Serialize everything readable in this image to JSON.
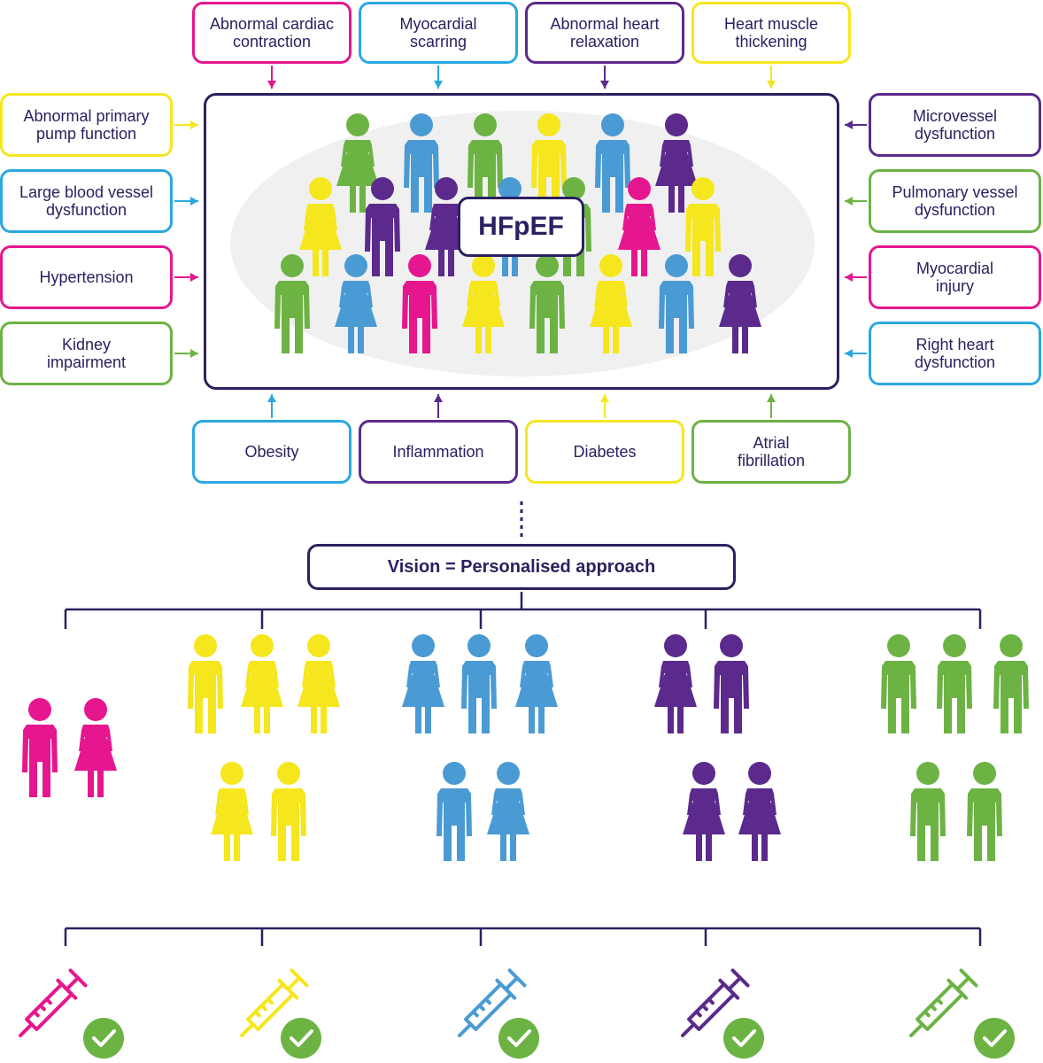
{
  "colors": {
    "magenta": "#e6168f",
    "cyan": "#2aa8e0",
    "purple": "#5b2a8c",
    "yellow": "#f5e61e",
    "green": "#6cb344",
    "blue": "#4a9bd4",
    "navy": "#2a2160"
  },
  "center_label": "HFpEF",
  "top_factors": [
    {
      "text": "Abnormal cardiac\ncontraction",
      "color": "#e6168f"
    },
    {
      "text": "Myocardial\nscarring",
      "color": "#2aa8e0"
    },
    {
      "text": "Abnormal heart\nrelaxation",
      "color": "#5b2a8c"
    },
    {
      "text": "Heart muscle\nthickening",
      "color": "#f5e61e"
    }
  ],
  "left_factors": [
    {
      "text": "Abnormal primary\npump function",
      "color": "#f5e61e"
    },
    {
      "text": "Large blood vessel\ndysfunction",
      "color": "#2aa8e0"
    },
    {
      "text": "Hypertension",
      "color": "#e6168f"
    },
    {
      "text": "Kidney\nimpairment",
      "color": "#6cb344"
    }
  ],
  "right_factors": [
    {
      "text": "Microvessel\ndysfunction",
      "color": "#5b2a8c"
    },
    {
      "text": "Pulmonary vessel\ndysfunction",
      "color": "#6cb344"
    },
    {
      "text": "Myocardial\ninjury",
      "color": "#e6168f"
    },
    {
      "text": "Right heart\ndysfunction",
      "color": "#2aa8e0"
    }
  ],
  "bottom_factors": [
    {
      "text": "Obesity",
      "color": "#2aa8e0"
    },
    {
      "text": "Inflammation",
      "color": "#5b2a8c"
    },
    {
      "text": "Diabetes",
      "color": "#f5e61e"
    },
    {
      "text": "Atrial\nfibrillation",
      "color": "#6cb344"
    }
  ],
  "vision_label": "Vision = Personalised approach",
  "groups": [
    {
      "color": "#e6168f",
      "count": 2
    },
    {
      "color": "#f5e61e",
      "count": 5
    },
    {
      "color": "#4a9bd4",
      "count": 5
    },
    {
      "color": "#5b2a8c",
      "count": 4
    },
    {
      "color": "#6cb344",
      "count": 5
    }
  ],
  "treatments": [
    {
      "color": "#e6168f"
    },
    {
      "color": "#f5e61e"
    },
    {
      "color": "#4a9bd4"
    },
    {
      "color": "#5b2a8c"
    },
    {
      "color": "#6cb344"
    }
  ],
  "check_color": "#6cb344"
}
